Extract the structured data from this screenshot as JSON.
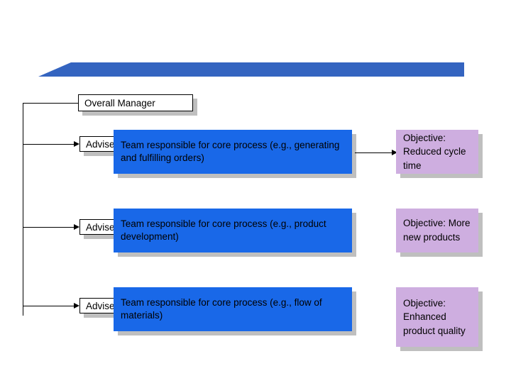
{
  "slide": {
    "title_box": {
      "label": "Overall Manager"
    },
    "rows": [
      {
        "adviser": "Adviser",
        "team": "Team responsible for core process (e.g., generating and fulfilling orders)",
        "objective": "Objective: Reduced cycle time"
      },
      {
        "adviser": "Adviser",
        "team": "Team responsible for core process (e.g., product development)",
        "objective": "Objective: More new products"
      },
      {
        "adviser": "Adviser",
        "team": "Team responsible for core process (e.g., flow of materials)",
        "objective": "Objective: Enhanced product quality"
      }
    ],
    "colors": {
      "band": "#3464c0",
      "team_box": "#1968e8",
      "objective_box": "#ceaee0",
      "shadow": "#bfbfbf",
      "line": "#000000"
    }
  }
}
